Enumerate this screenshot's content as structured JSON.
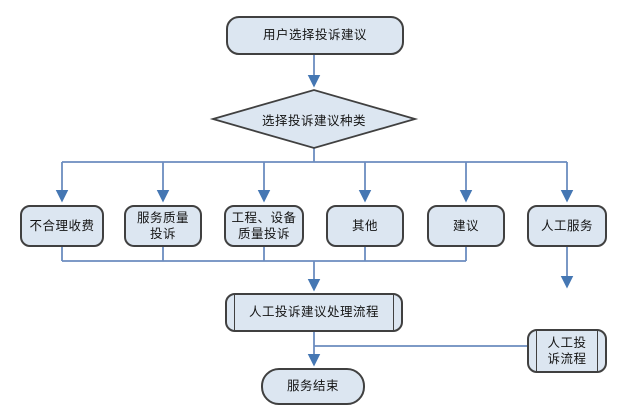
{
  "flowchart": {
    "start": "用户选择投诉建议",
    "decision": "选择投诉建议种类",
    "branches": [
      "不合理收费",
      "服务质量\n投诉",
      "工程、设备\n质量投诉",
      "其他",
      "建议",
      "人工服务"
    ],
    "process_main": "人工投诉建议处理流程",
    "process_manual": "人工投\n诉流程",
    "end": "服务结束"
  },
  "colors": {
    "node_fill": "#dce6f1",
    "node_border": "#404040",
    "connector": "#6b8cbf",
    "arrowhead": "#4577b3",
    "text": "#141414",
    "background": "#ffffff"
  }
}
